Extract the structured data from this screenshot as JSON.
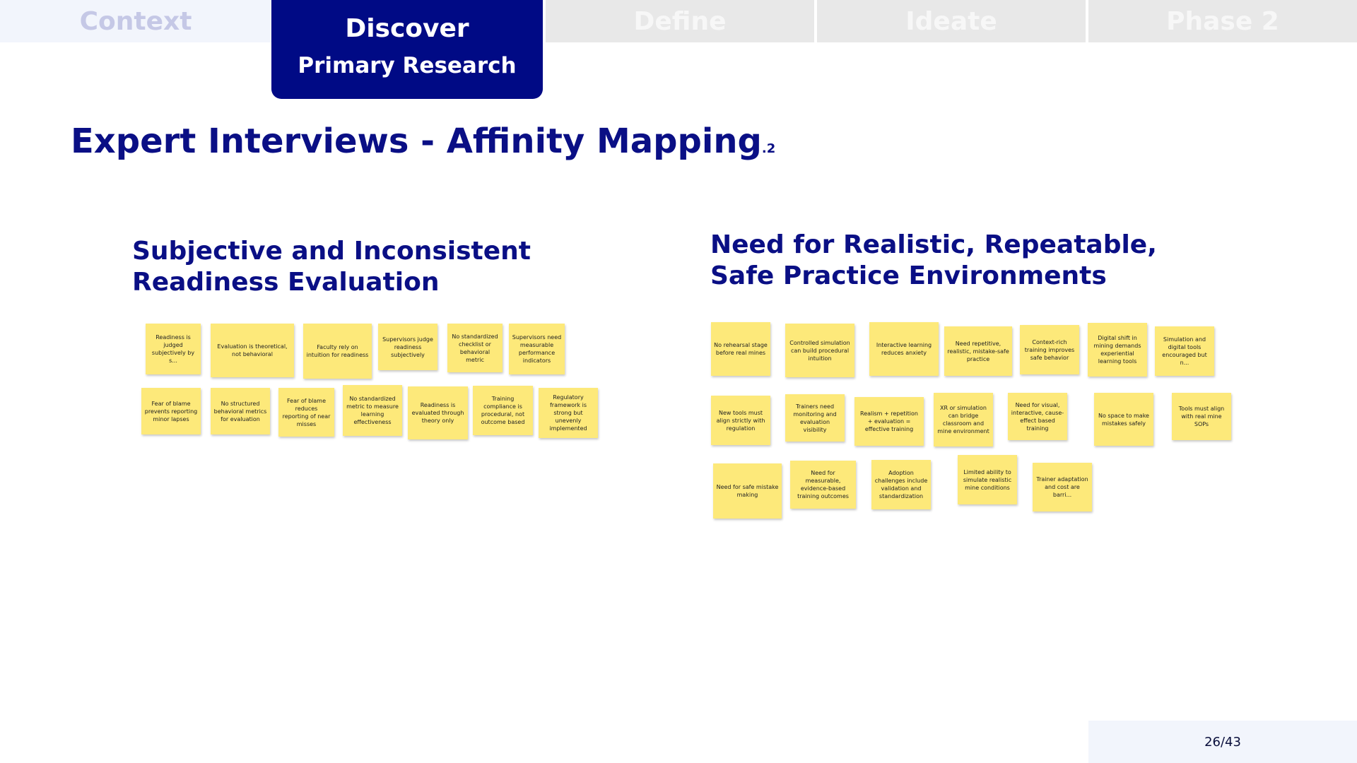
{
  "tabs": {
    "context": "Context",
    "discover": "Discover",
    "discover_sub": "Primary Research",
    "define": "Define",
    "ideate": "Ideate",
    "phase2": "Phase 2"
  },
  "title": {
    "main": "Expert Interviews - Affinity Mapping",
    "suffix": ".2"
  },
  "clusters": {
    "left": {
      "title": "Subjective and Inconsistent\nReadiness Evaluation",
      "notes": [
        "Readiness is judged subjectively by s...",
        "Evaluation is theoretical, not behavioral",
        "Faculty rely on intuition for readiness",
        "Supervisors judge readiness subjectively",
        "No standardized checklist or behavioral metric",
        "Supervisors need measurable performance indicators",
        "Fear of blame prevents reporting minor lapses",
        "No structured behavioral metrics for evaluation",
        "Fear of blame reduces reporting of near misses",
        "No standardized metric to measure learning effectiveness",
        "Readiness is evaluated through theory only",
        "Training compliance is procedural, not outcome based",
        "Regulatory framework is strong but unevenly implemented"
      ]
    },
    "right": {
      "title": "Need for Realistic, Repeatable,\nSafe Practice Environments",
      "notes": [
        "No rehearsal stage before real mines",
        "Controlled simulation can build procedural intuition",
        "Interactive learning reduces anxiety",
        "Need repetitive, realistic, mistake-safe practice",
        "Context-rich training improves safe behavior",
        "Digital shift in mining demands experiential learning tools",
        "Simulation and digital tools encouraged but n...",
        "New tools must align strictly with regulation",
        "Trainers need monitoring and evaluation visibility",
        "Realism + repetition + evaluation = effective training",
        "XR or simulation can bridge classroom and mine environment",
        "Need for visual, interactive, cause-effect based training",
        "No space to make mistakes safely",
        "Tools must align with real mine SOPs",
        "Need for safe mistake making",
        "Need for measurable, evidence-based training outcomes",
        "Adoption challenges include validation and standardization",
        "Limited ability to simulate realistic mine conditions",
        "Trainer adaptation and cost are barri..."
      ]
    }
  },
  "page_number": "26/43",
  "colors": {
    "navy": "#000a85",
    "sticky": "#fde97a",
    "tab_gray": "#e8e8e8",
    "tab_light": "#f2f5fc"
  }
}
